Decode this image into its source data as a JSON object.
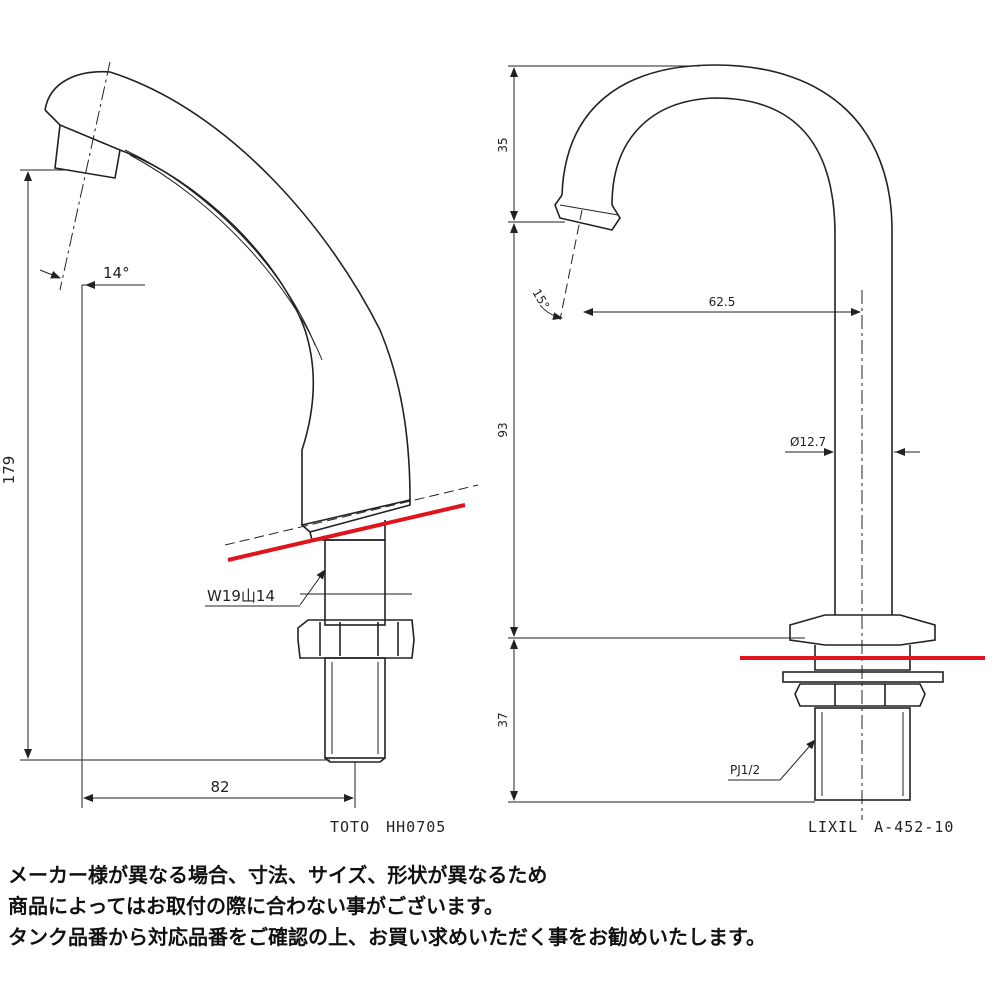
{
  "left_diagram": {
    "model_label": "TOTO　HH0705",
    "dim_height": "179",
    "dim_width": "82",
    "dim_angle": "14°",
    "thread_label": "W19山14"
  },
  "right_diagram": {
    "model_label": "LIXIL　A-452-10",
    "dim_top": "35",
    "dim_middle": "93",
    "dim_bottom": "37",
    "dim_reach": "62.5",
    "dim_diameter": "Ø12.7",
    "dim_angle": "15°",
    "thread_label": "PJ1/2"
  },
  "colors": {
    "mount_line": "#e0141c",
    "line": "#222222"
  },
  "notes": [
    "メーカー様が異なる場合、寸法、サイズ、形状が異なるため",
    "商品によってはお取付の際に合わない事がございます。",
    "タンク品番から対応品番をご確認の上、お買い求めいただく事をお勧めいたします。"
  ]
}
